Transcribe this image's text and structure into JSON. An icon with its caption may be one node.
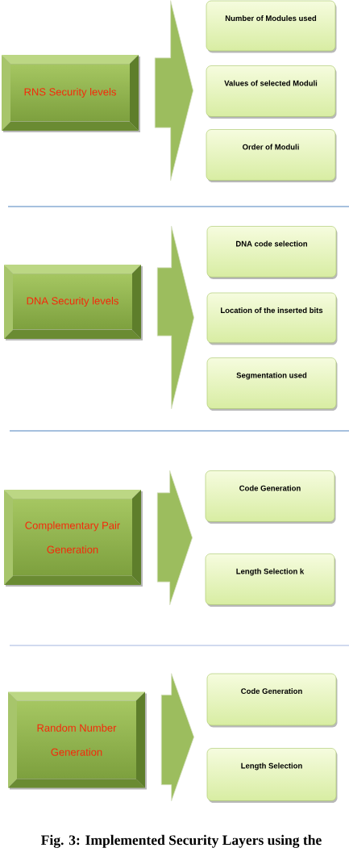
{
  "diagram": {
    "caption": "Fig. 3: Implemented Security Layers using the",
    "nodes": [
      {
        "text": [
          "RNS Security levels"
        ]
      },
      {
        "text": [
          "Number of Modules used"
        ]
      },
      {
        "text": [
          "Values of selected Moduli"
        ]
      },
      {
        "text": [
          "Order of Moduli"
        ]
      },
      {
        "text": [
          "DNA Security levels"
        ]
      },
      {
        "text": [
          "DNA code selection"
        ]
      },
      {
        "text": [
          "Location of the inserted bits"
        ]
      },
      {
        "text": [
          "Segmentation used"
        ]
      },
      {
        "text": [
          "Complementary Pair Generation"
        ]
      },
      {
        "text": [
          "Code Generation"
        ]
      },
      {
        "text": [
          "Length Selection k"
        ]
      },
      {
        "text": [
          "Random Number Generation"
        ]
      },
      {
        "text": [
          "Code Generation"
        ]
      },
      {
        "text": [
          "Length Selection"
        ]
      }
    ],
    "edges": [
      {
        "from": 0,
        "to": 1,
        "arrow": "to"
      },
      {
        "from": 0,
        "to": 2,
        "arrow": "to"
      },
      {
        "from": 0,
        "to": 3,
        "arrow": "to"
      },
      {
        "from": 4,
        "to": 5,
        "arrow": "to"
      },
      {
        "from": 4,
        "to": 6,
        "arrow": "to"
      },
      {
        "from": 4,
        "to": 7,
        "arrow": "to"
      },
      {
        "from": 8,
        "to": 9,
        "arrow": "to"
      },
      {
        "from": 8,
        "to": 10,
        "arrow": "to"
      },
      {
        "from": 11,
        "to": 12,
        "arrow": "to"
      },
      {
        "from": 11,
        "to": 13,
        "arrow": "to"
      }
    ]
  }
}
